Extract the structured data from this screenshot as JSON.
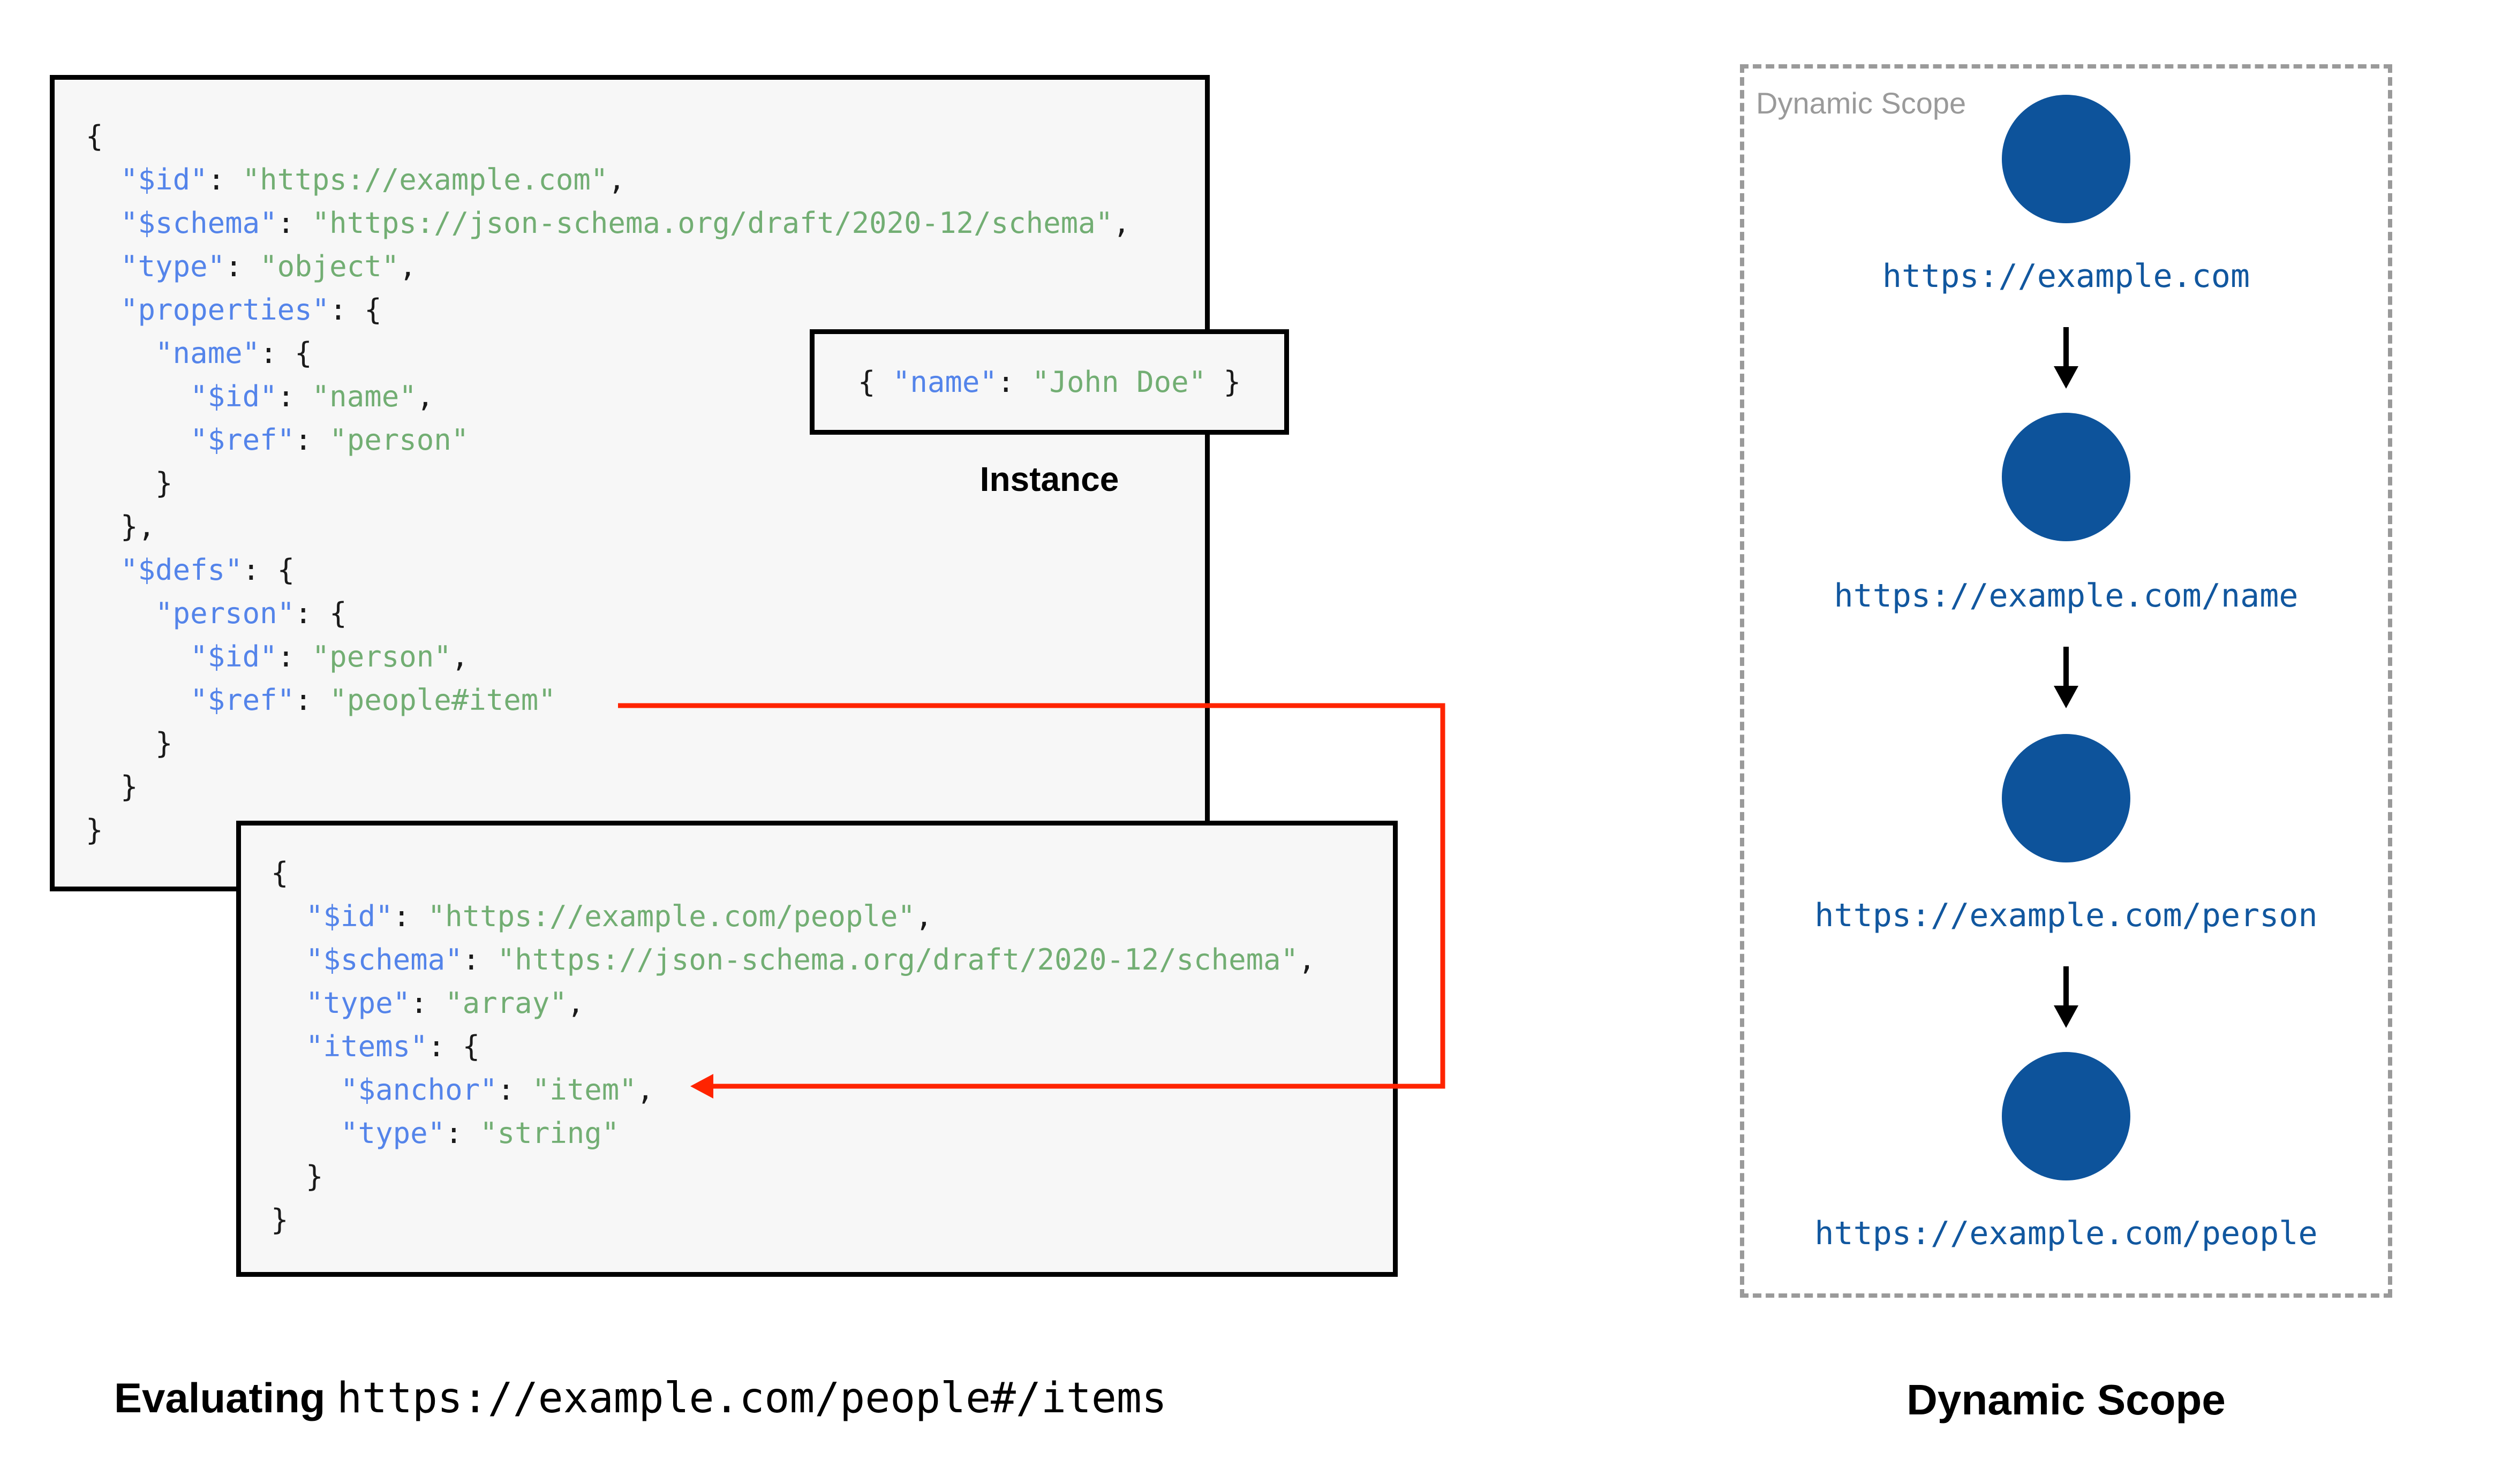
{
  "palette": {
    "box_bg": "#f7f7f7",
    "border": "#000000",
    "text": "#1a1a1a",
    "key": "#5484ea",
    "string": "#72ae73",
    "red": "#ff2400",
    "node_fill": "#0d539b",
    "url_text": "#11579f",
    "muted": "#9a9a9a"
  },
  "schema1": {
    "lines": [
      [
        [
          "p",
          "{"
        ]
      ],
      [
        [
          "p",
          "  "
        ],
        [
          "k",
          "\"$id\""
        ],
        [
          "p",
          ": "
        ],
        [
          "s",
          "\"https://example.com\""
        ],
        [
          "p",
          ","
        ]
      ],
      [
        [
          "p",
          "  "
        ],
        [
          "k",
          "\"$schema\""
        ],
        [
          "p",
          ": "
        ],
        [
          "s",
          "\"https://json-schema.org/draft/2020-12/schema\""
        ],
        [
          "p",
          ","
        ]
      ],
      [
        [
          "p",
          "  "
        ],
        [
          "k",
          "\"type\""
        ],
        [
          "p",
          ": "
        ],
        [
          "s",
          "\"object\""
        ],
        [
          "p",
          ","
        ]
      ],
      [
        [
          "p",
          "  "
        ],
        [
          "k",
          "\"properties\""
        ],
        [
          "p",
          ": {"
        ]
      ],
      [
        [
          "p",
          "    "
        ],
        [
          "k",
          "\"name\""
        ],
        [
          "p",
          ": {"
        ]
      ],
      [
        [
          "p",
          "      "
        ],
        [
          "k",
          "\"$id\""
        ],
        [
          "p",
          ": "
        ],
        [
          "s",
          "\"name\""
        ],
        [
          "p",
          ","
        ]
      ],
      [
        [
          "p",
          "      "
        ],
        [
          "k",
          "\"$ref\""
        ],
        [
          "p",
          ": "
        ],
        [
          "s",
          "\"person\""
        ]
      ],
      [
        [
          "p",
          "    }"
        ]
      ],
      [
        [
          "p",
          "  },"
        ]
      ],
      [
        [
          "p",
          "  "
        ],
        [
          "k",
          "\"$defs\""
        ],
        [
          "p",
          ": {"
        ]
      ],
      [
        [
          "p",
          "    "
        ],
        [
          "k",
          "\"person\""
        ],
        [
          "p",
          ": {"
        ]
      ],
      [
        [
          "p",
          "      "
        ],
        [
          "k",
          "\"$id\""
        ],
        [
          "p",
          ": "
        ],
        [
          "s",
          "\"person\""
        ],
        [
          "p",
          ","
        ]
      ],
      [
        [
          "p",
          "      "
        ],
        [
          "k",
          "\"$ref\""
        ],
        [
          "p",
          ": "
        ],
        [
          "s",
          "\"people#item\""
        ]
      ],
      [
        [
          "p",
          "    }"
        ]
      ],
      [
        [
          "p",
          "  }"
        ]
      ],
      [
        [
          "p",
          "}"
        ]
      ]
    ]
  },
  "schema2": {
    "lines": [
      [
        [
          "p",
          "{"
        ]
      ],
      [
        [
          "p",
          "  "
        ],
        [
          "k",
          "\"$id\""
        ],
        [
          "p",
          ": "
        ],
        [
          "s",
          "\"https://example.com/people\""
        ],
        [
          "p",
          ","
        ]
      ],
      [
        [
          "p",
          "  "
        ],
        [
          "k",
          "\"$schema\""
        ],
        [
          "p",
          ": "
        ],
        [
          "s",
          "\"https://json-schema.org/draft/2020-12/schema\""
        ],
        [
          "p",
          ","
        ]
      ],
      [
        [
          "p",
          "  "
        ],
        [
          "k",
          "\"type\""
        ],
        [
          "p",
          ": "
        ],
        [
          "s",
          "\"array\""
        ],
        [
          "p",
          ","
        ]
      ],
      [
        [
          "p",
          "  "
        ],
        [
          "k",
          "\"items\""
        ],
        [
          "p",
          ": {"
        ]
      ],
      [
        [
          "p",
          "    "
        ],
        [
          "k",
          "\"$anchor\""
        ],
        [
          "p",
          ": "
        ],
        [
          "s",
          "\"item\""
        ],
        [
          "p",
          ","
        ]
      ],
      [
        [
          "p",
          "    "
        ],
        [
          "k",
          "\"type\""
        ],
        [
          "p",
          ": "
        ],
        [
          "s",
          "\"string\""
        ]
      ],
      [
        [
          "p",
          "  }"
        ]
      ],
      [
        [
          "p",
          "}"
        ]
      ]
    ]
  },
  "instance": {
    "tokens": [
      [
        "p",
        "{ "
      ],
      [
        "k",
        "\"name\""
      ],
      [
        "p",
        ": "
      ],
      [
        "s",
        "\"John Doe\""
      ],
      [
        "p",
        " }"
      ]
    ],
    "label": "Instance"
  },
  "scope": {
    "title": "Dynamic Scope",
    "nodes": [
      {
        "url": "https://example.com"
      },
      {
        "url": "https://example.com/name"
      },
      {
        "url": "https://example.com/person"
      },
      {
        "url": "https://example.com/people"
      }
    ]
  },
  "captions": {
    "evaluating_prefix": "Evaluating ",
    "evaluating_uri": "https://example.com/people#/items",
    "scope_caption": "Dynamic Scope"
  }
}
